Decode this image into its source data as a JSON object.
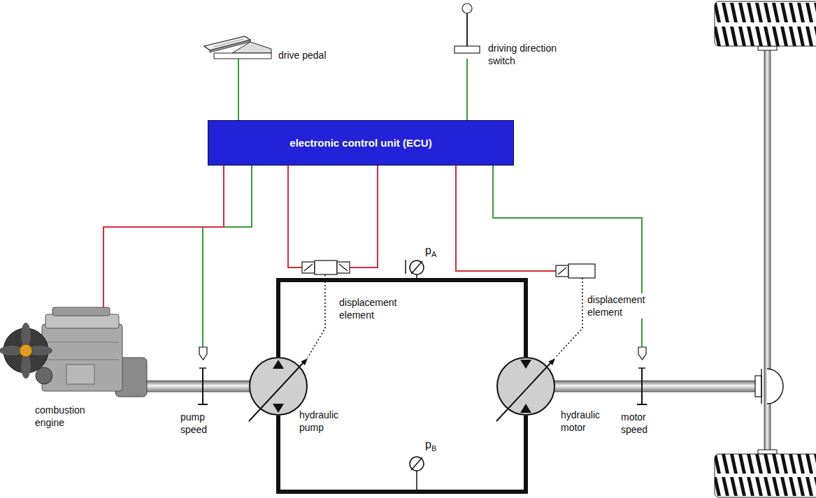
{
  "diagram": {
    "nodes": [
      {
        "text": [
          "drive pedal"
        ]
      },
      {
        "text": [
          "driving direction switch"
        ]
      },
      {
        "text": [
          "electronic control unit (ECU)"
        ]
      },
      {
        "text": [
          "combustion engine"
        ]
      },
      {
        "text": [
          "hydraulic pump"
        ]
      },
      {
        "text": [
          "hydraulic motor"
        ]
      }
    ],
    "edges": [
      {
        "from": 0,
        "to": 2,
        "arrow": "none"
      },
      {
        "from": 1,
        "to": 2,
        "arrow": "none"
      },
      {
        "from": 2,
        "to": 3,
        "arrow": "none"
      },
      {
        "from": 4,
        "to": 5,
        "arrow": "none"
      },
      {
        "from": 4,
        "to": 5,
        "arrow": "none"
      }
    ],
    "labels": [
      "pA",
      "displacement element",
      "displacement element",
      "pump speed",
      "pB",
      "motor speed"
    ]
  }
}
